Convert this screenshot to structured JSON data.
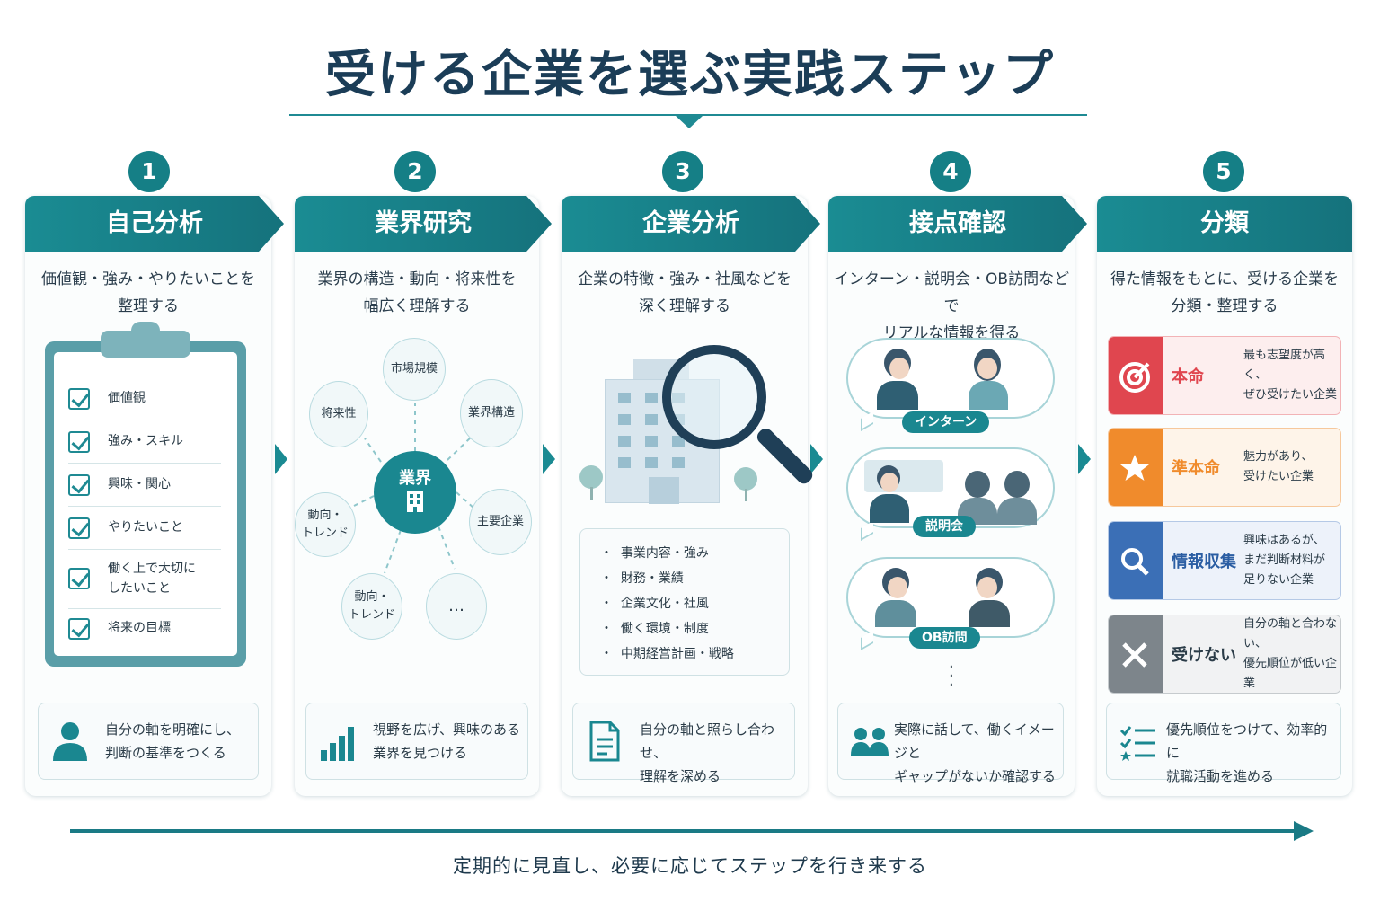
{
  "title": "受ける企業を選ぶ実践ステップ",
  "steps": [
    {
      "number": "1",
      "heading": "自己分析",
      "desc_line1": "価値観・強み・やりたいことを",
      "desc_line2": "整理する",
      "checklist": [
        "価値観",
        "強み・スキル",
        "興味・関心",
        "やりたいこと",
        "働く上で大切に",
        "したいこと",
        "将来の目標"
      ],
      "foot_line1": "自分の軸を明確にし、",
      "foot_line2": "判断の基準をつくる"
    },
    {
      "number": "2",
      "heading": "業界研究",
      "desc_line1": "業界の構造・動向・将来性を",
      "desc_line2": "幅広く理解する",
      "hub": "業界",
      "nodes": [
        "市場規模",
        "業界構造",
        "主要企業",
        "…",
        "動向・",
        "トレンド",
        "動向・",
        "トレンド",
        "将来性"
      ],
      "foot_line1": "視野を広げ、興味のある",
      "foot_line2": "業界を見つける"
    },
    {
      "number": "3",
      "heading": "企業分析",
      "desc_line1": "企業の特徴・強み・社風などを",
      "desc_line2": "深く理解する",
      "items": [
        "事業内容・強み",
        "財務・業績",
        "企業文化・社風",
        "働く環境・制度",
        "中期経営計画・戦略"
      ],
      "foot_line1": "自分の軸と照らし合わせ、",
      "foot_line2": "理解を深める"
    },
    {
      "number": "4",
      "heading": "接点確認",
      "desc_line1": "インターン・説明会・OB訪問などで",
      "desc_line2": "リアルな情報を得る",
      "labels": [
        "インターン",
        "説明会",
        "OB訪問"
      ],
      "foot_line1": "実際に話して、働くイメージと",
      "foot_line2": "ギャップがないか確認する"
    },
    {
      "number": "5",
      "heading": "分類",
      "desc_line1": "得た情報をもとに、受ける企業を",
      "desc_line2": "分類・整理する",
      "categories": [
        {
          "label": "本命",
          "sub1": "最も志望度が高く、",
          "sub2": "ぜひ受けたい企業",
          "sub3": "",
          "color": "#e0464f"
        },
        {
          "label": "準本命",
          "sub1": "魅力があり、",
          "sub2": "受けたい企業",
          "sub3": "",
          "color": "#f08b2c"
        },
        {
          "label": "情報収集",
          "sub1": "興味はあるが、",
          "sub2": "まだ判断材料が",
          "sub3": "足りない企業",
          "color": "#3b6fb6"
        },
        {
          "label": "受けない",
          "sub1": "自分の軸と合わない、",
          "sub2": "優先順位が低い企業",
          "sub3": "",
          "color": "#7d858b"
        }
      ],
      "foot_line1": "優先順位をつけて、効率的に",
      "foot_line2": "就職活動を進める"
    }
  ],
  "bottom_text": "定期的に見直し、必要に応じてステップを行き来する",
  "colors": {
    "accent": "#1a8790",
    "navy": "#1b3d57"
  }
}
